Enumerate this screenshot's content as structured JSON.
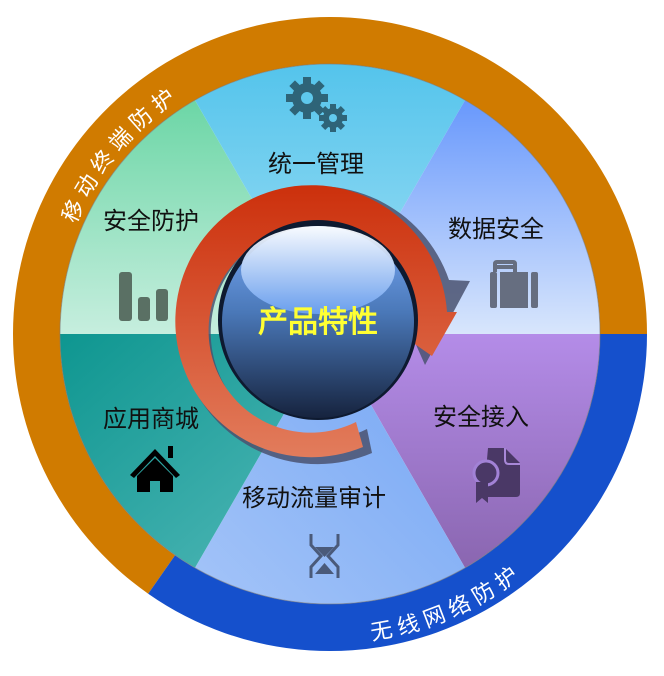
{
  "diagram": {
    "center": {
      "label": "产品特性",
      "sphere_color_top": "#ffffff",
      "sphere_color_bottom": "#1a2a48",
      "arrow_color_top": "#cc330f",
      "arrow_color_bottom": "#e07a58",
      "label_color": "#ffff33"
    },
    "outer_ring": [
      {
        "label": "移动终端防护",
        "color": "#d07b00",
        "angle_start": 125,
        "angle_end": 360
      },
      {
        "label": "无线网络防护",
        "color": "#1550cc",
        "angle_start": 0,
        "angle_end": 125
      }
    ],
    "segments": [
      {
        "label": "安全接入",
        "icon": "certificate-icon",
        "color_top": "#b28ae8",
        "color_bottom": "#8c68b4",
        "icon_color": "#4a3866"
      },
      {
        "label": "移动流量审计",
        "icon": "hourglass-icon",
        "color_top": "#7aaaf4",
        "color_bottom": "#9cc0f8",
        "icon_color": "#4a5a7a"
      },
      {
        "label": "应用商城",
        "icon": "home-icon",
        "color_top": "#129894",
        "color_bottom": "#4ab4b4",
        "icon_color": "#000000"
      },
      {
        "label": "安全防护",
        "icon": "bar-chart-icon",
        "color_top": "#6ed6a8",
        "color_bottom": "#c4ecdc",
        "icon_color": "#5a7064"
      },
      {
        "label": "统一管理",
        "icon": "gears-icon",
        "color_top": "#56c6ec",
        "color_bottom": "#98dcf4",
        "icon_color": "#2e6478"
      },
      {
        "label": "数据安全",
        "icon": "briefcase-icon",
        "color_top": "#6c9cfc",
        "color_bottom": "#d4e2fc",
        "icon_color": "#666e80"
      }
    ]
  }
}
